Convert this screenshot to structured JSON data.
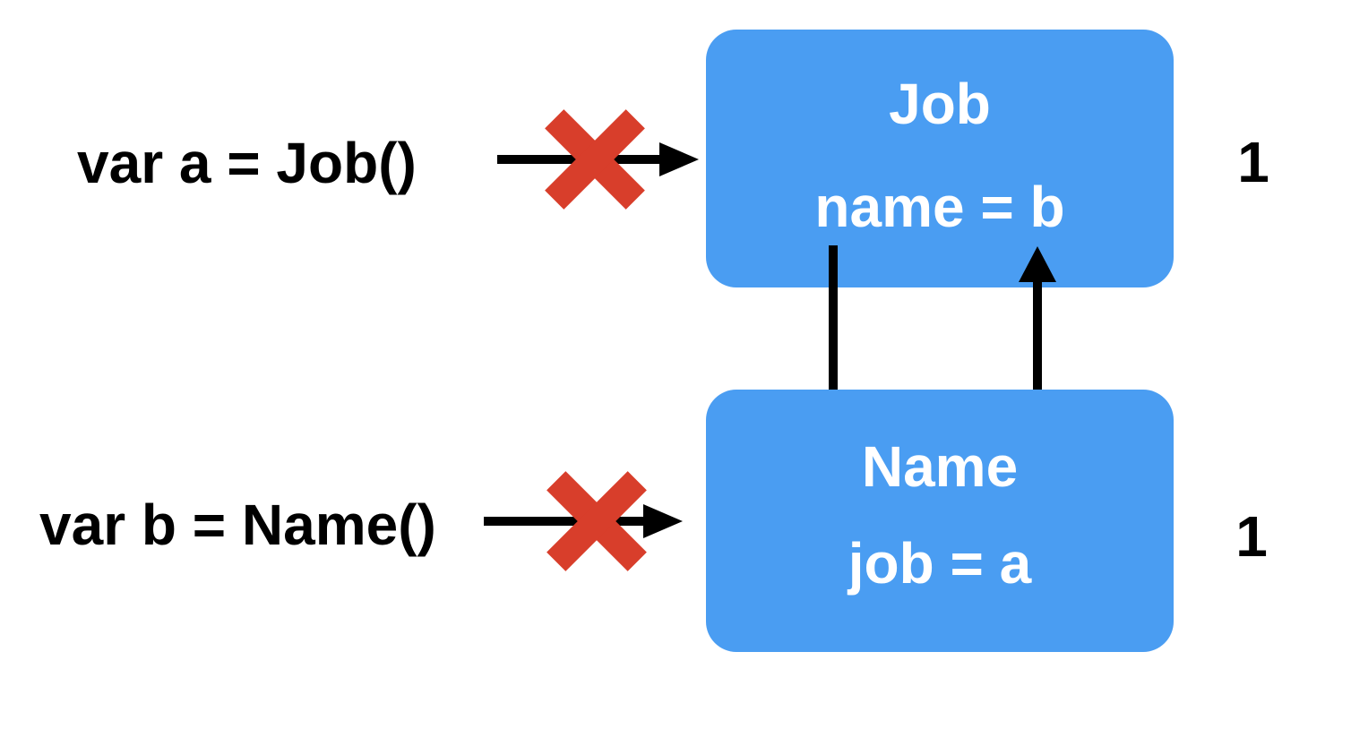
{
  "colors": {
    "background": "#FFFFFF",
    "box_fill": "#4A9DF2",
    "box_text": "#FFFFFF",
    "cross_red": "#D83E2B",
    "arrow_black": "#000000",
    "label_text": "#000000"
  },
  "icons": {
    "broken_reference": "red-x-icon",
    "reference_arrow": "arrow-icon"
  },
  "rows": [
    {
      "code_label": "var a = Job()",
      "box": {
        "title": "Job",
        "property": "name = b"
      },
      "ref_count": "1"
    },
    {
      "code_label": "var b = Name()",
      "box": {
        "title": "Name",
        "property": "job = a"
      },
      "ref_count": "1"
    }
  ]
}
